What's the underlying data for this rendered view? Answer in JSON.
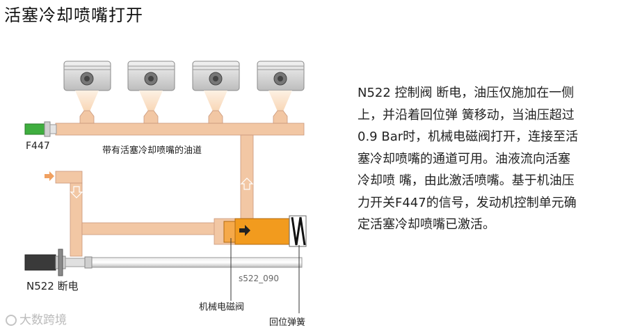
{
  "title": "活塞冷却喷嘴打开",
  "labels": {
    "f447": "F447",
    "channel": "带有活塞冷却喷嘴的油道",
    "n522": "N522 断电",
    "code": "s522_090",
    "valve": "机械电磁阀",
    "spring": "回位弹簧"
  },
  "description_lines": [
    "N522 控制阀 断电，油压仅施加在一侧",
    "上，并沿着回位弹 簧移动，当油压超过",
    "0.9 Bar时，机械电磁阀打开，连接至活",
    "塞冷却喷嘴的通道可用。油液流向活塞",
    "冷却喷 嘴，由此激活喷嘴。基于机油压",
    "力开关F447的信号，发动机控制单元确",
    "定活塞冷却喷嘴已激活。"
  ],
  "watermark": "大数跨境",
  "colors": {
    "oil_channel": "#F2C7A4",
    "spray": "#FAE3CC",
    "valve_active": "#F29B1E",
    "connector_green": "#3FAE3F",
    "piston_grey": "#D9D9D9"
  }
}
